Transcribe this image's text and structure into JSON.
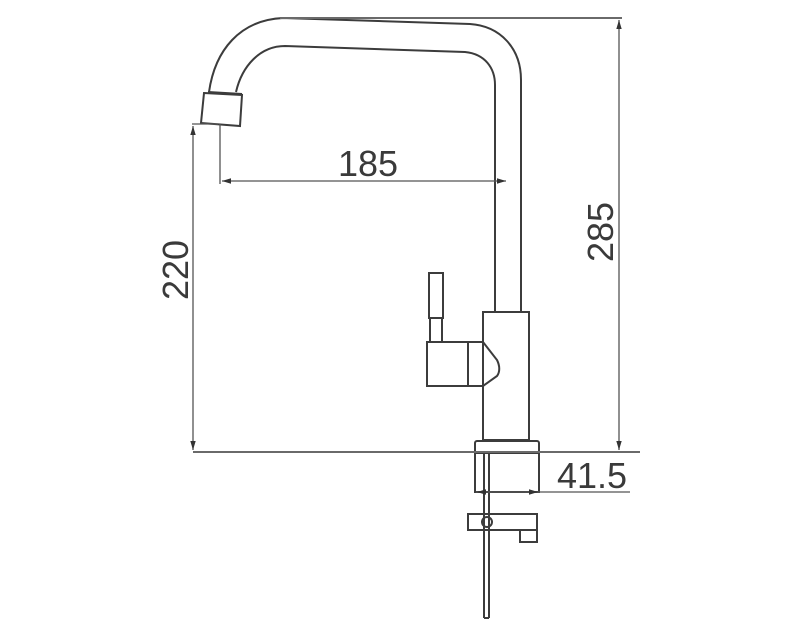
{
  "drawing": {
    "subject": "kitchen faucet side elevation",
    "units": "mm",
    "line_color": "#3c3c3c",
    "dimensions": {
      "spout_reach": "185",
      "spout_height": "220",
      "total_height": "285",
      "base_diameter": "41.5"
    }
  }
}
